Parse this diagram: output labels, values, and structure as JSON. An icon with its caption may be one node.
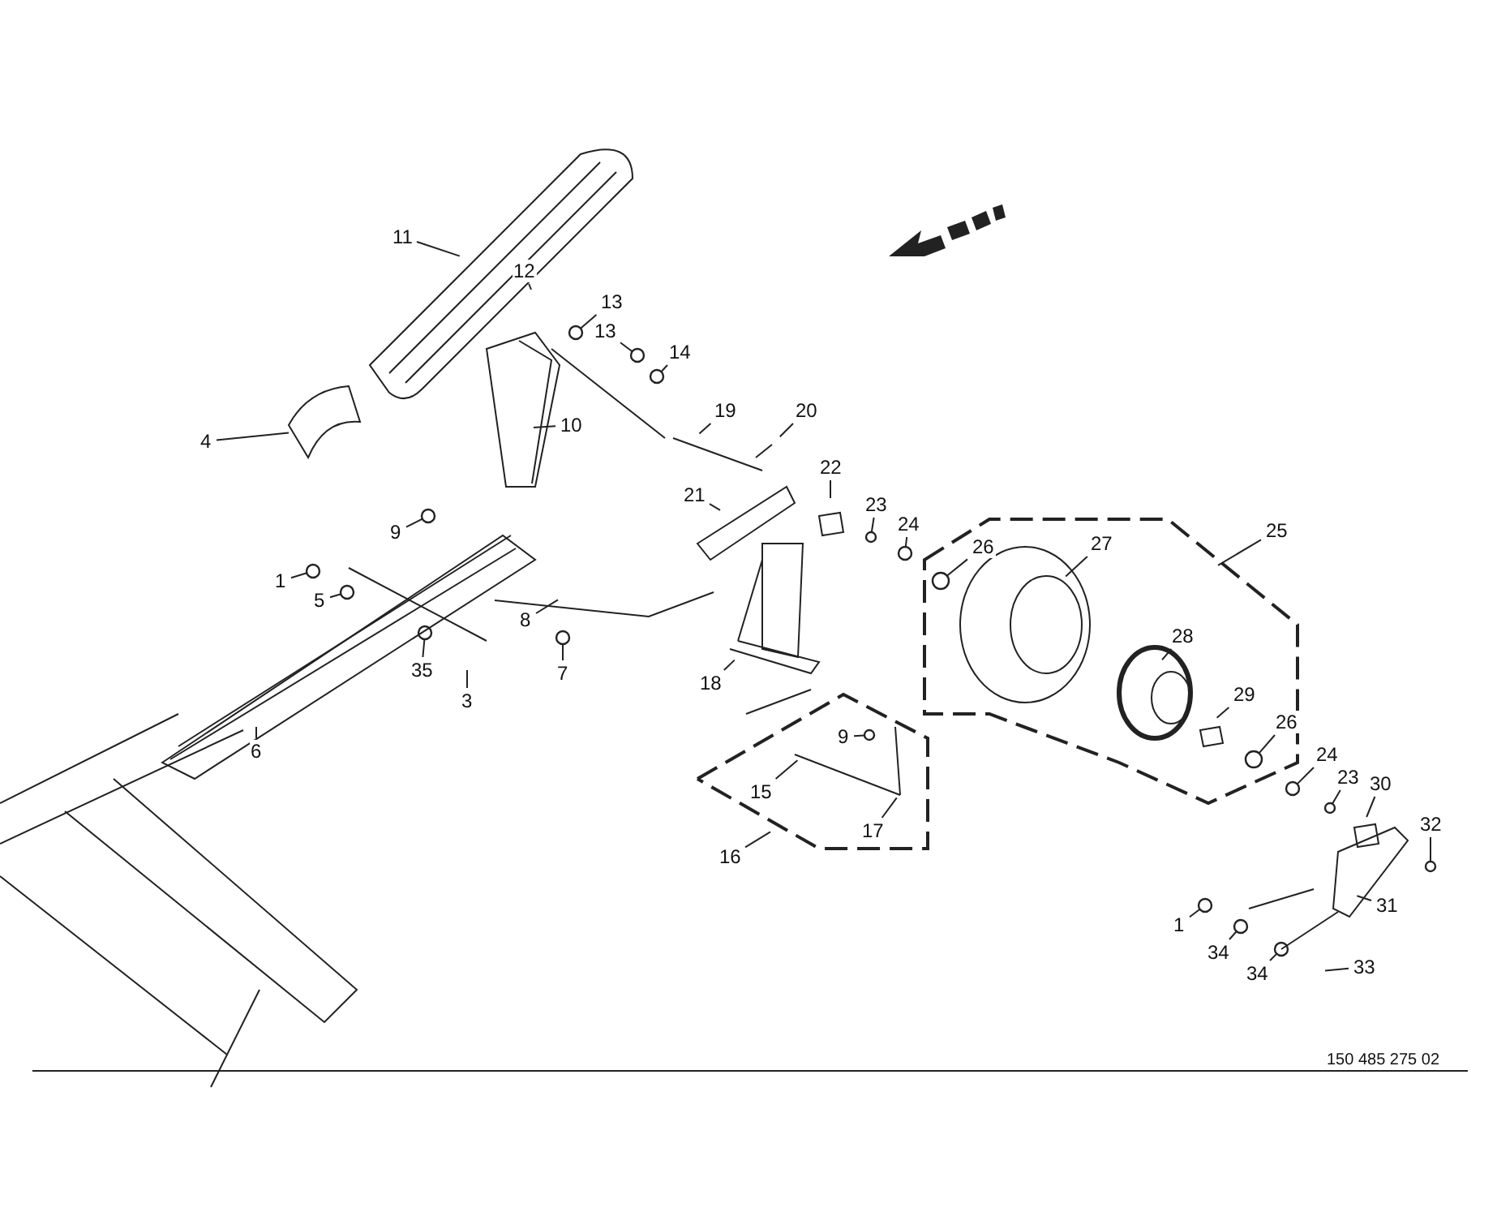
{
  "diagram": {
    "nodes": [
      {
        "text": [
          "11"
        ]
      },
      {
        "text": [
          "12"
        ]
      },
      {
        "text": [
          "13"
        ]
      },
      {
        "text": [
          "13"
        ]
      },
      {
        "text": [
          "14"
        ]
      },
      {
        "text": [
          "19"
        ]
      },
      {
        "text": [
          "20"
        ]
      },
      {
        "text": [
          "10"
        ]
      },
      {
        "text": [
          "4"
        ]
      },
      {
        "text": [
          "22"
        ]
      },
      {
        "text": [
          "21"
        ]
      },
      {
        "text": [
          "23"
        ]
      },
      {
        "text": [
          "9"
        ]
      },
      {
        "text": [
          "24"
        ]
      },
      {
        "text": [
          "25"
        ]
      },
      {
        "text": [
          "27"
        ]
      },
      {
        "text": [
          "26"
        ]
      },
      {
        "text": [
          "1"
        ]
      },
      {
        "text": [
          "5"
        ]
      },
      {
        "text": [
          "8"
        ]
      },
      {
        "text": [
          "28"
        ]
      },
      {
        "text": [
          "7"
        ]
      },
      {
        "text": [
          "35"
        ]
      },
      {
        "text": [
          "18"
        ]
      },
      {
        "text": [
          "3"
        ]
      },
      {
        "text": [
          "29"
        ]
      },
      {
        "text": [
          "26"
        ]
      },
      {
        "text": [
          "9"
        ]
      },
      {
        "text": [
          "6"
        ]
      },
      {
        "text": [
          "24"
        ]
      },
      {
        "text": [
          "23"
        ]
      },
      {
        "text": [
          "15"
        ]
      },
      {
        "text": [
          "30"
        ]
      },
      {
        "text": [
          "32"
        ]
      },
      {
        "text": [
          "17"
        ]
      },
      {
        "text": [
          "16"
        ]
      },
      {
        "text": [
          "31"
        ]
      },
      {
        "text": [
          "1"
        ]
      },
      {
        "text": [
          "34"
        ]
      },
      {
        "text": [
          "33"
        ]
      },
      {
        "text": [
          "34"
        ]
      },
      {
        "text": [],
        "shape": "circle"
      },
      {
        "text": [],
        "shape": "circle"
      },
      {
        "text": [],
        "shape": "circle"
      },
      {
        "text": [],
        "shape": "circle"
      },
      {
        "text": [],
        "shape": "circle"
      },
      {
        "text": [],
        "shape": "circle"
      },
      {
        "text": [],
        "shape": "circle"
      },
      {
        "text": [],
        "shape": "circle"
      },
      {
        "text": [],
        "shape": "circle"
      },
      {
        "text": [],
        "shape": "circle"
      },
      {
        "text": [],
        "shape": "circle"
      },
      {
        "text": [],
        "shape": "circle"
      },
      {
        "text": [],
        "shape": "circle"
      },
      {
        "text": [],
        "shape": "circle"
      },
      {
        "text": [],
        "shape": "circle"
      },
      {
        "text": [],
        "shape": "circle"
      },
      {
        "text": [],
        "shape": "circle"
      },
      {
        "text": [],
        "shape": "circle"
      },
      {
        "text": [],
        "shape": "circle"
      }
    ],
    "edges": [
      {
        "from": 0,
        "to": null,
        "arrow": "none"
      },
      {
        "from": 1,
        "to": null,
        "arrow": "none"
      },
      {
        "from": 2,
        "to": 41,
        "arrow": "none"
      },
      {
        "from": 3,
        "to": 42,
        "arrow": "none"
      },
      {
        "from": 4,
        "to": 43,
        "arrow": "none"
      },
      {
        "from": 5,
        "to": null,
        "arrow": "none"
      },
      {
        "from": 6,
        "to": null,
        "arrow": "none"
      },
      {
        "from": 7,
        "to": null,
        "arrow": "none"
      },
      {
        "from": 8,
        "to": null,
        "arrow": "none"
      },
      {
        "from": 9,
        "to": null,
        "arrow": "none"
      },
      {
        "from": 10,
        "to": null,
        "arrow": "none"
      },
      {
        "from": 11,
        "to": 45,
        "arrow": "none"
      },
      {
        "from": 12,
        "to": 44,
        "arrow": "none"
      },
      {
        "from": 13,
        "to": 46,
        "arrow": "none"
      },
      {
        "from": 14,
        "to": null,
        "arrow": "none"
      },
      {
        "from": 15,
        "to": null,
        "arrow": "none"
      },
      {
        "from": 16,
        "to": 48,
        "arrow": "none"
      },
      {
        "from": 17,
        "to": 47,
        "arrow": "none"
      },
      {
        "from": 18,
        "to": 49,
        "arrow": "none"
      },
      {
        "from": 19,
        "to": null,
        "arrow": "none"
      },
      {
        "from": 20,
        "to": null,
        "arrow": "none"
      },
      {
        "from": 21,
        "to": 51,
        "arrow": "none"
      },
      {
        "from": 22,
        "to": 50,
        "arrow": "none"
      },
      {
        "from": 23,
        "to": null,
        "arrow": "none"
      },
      {
        "from": 24,
        "to": null,
        "arrow": "none"
      },
      {
        "from": 25,
        "to": null,
        "arrow": "none"
      },
      {
        "from": 26,
        "to": 53,
        "arrow": "none"
      },
      {
        "from": 27,
        "to": 52,
        "arrow": "none"
      },
      {
        "from": 28,
        "to": null,
        "arrow": "none"
      },
      {
        "from": 29,
        "to": 54,
        "arrow": "none"
      },
      {
        "from": 30,
        "to": 55,
        "arrow": "none"
      },
      {
        "from": 31,
        "to": null,
        "arrow": "none"
      },
      {
        "from": 32,
        "to": null,
        "arrow": "none"
      },
      {
        "from": 33,
        "to": 56,
        "arrow": "none"
      },
      {
        "from": 34,
        "to": null,
        "arrow": "none"
      },
      {
        "from": 35,
        "to": null,
        "arrow": "none"
      },
      {
        "from": 36,
        "to": null,
        "arrow": "none"
      },
      {
        "from": 37,
        "to": 57,
        "arrow": "none"
      },
      {
        "from": 38,
        "to": 58,
        "arrow": "none"
      },
      {
        "from": 39,
        "to": null,
        "arrow": "none"
      },
      {
        "from": 40,
        "to": 59,
        "arrow": "none"
      }
    ],
    "labels": [
      "150 485 275 02"
    ]
  }
}
